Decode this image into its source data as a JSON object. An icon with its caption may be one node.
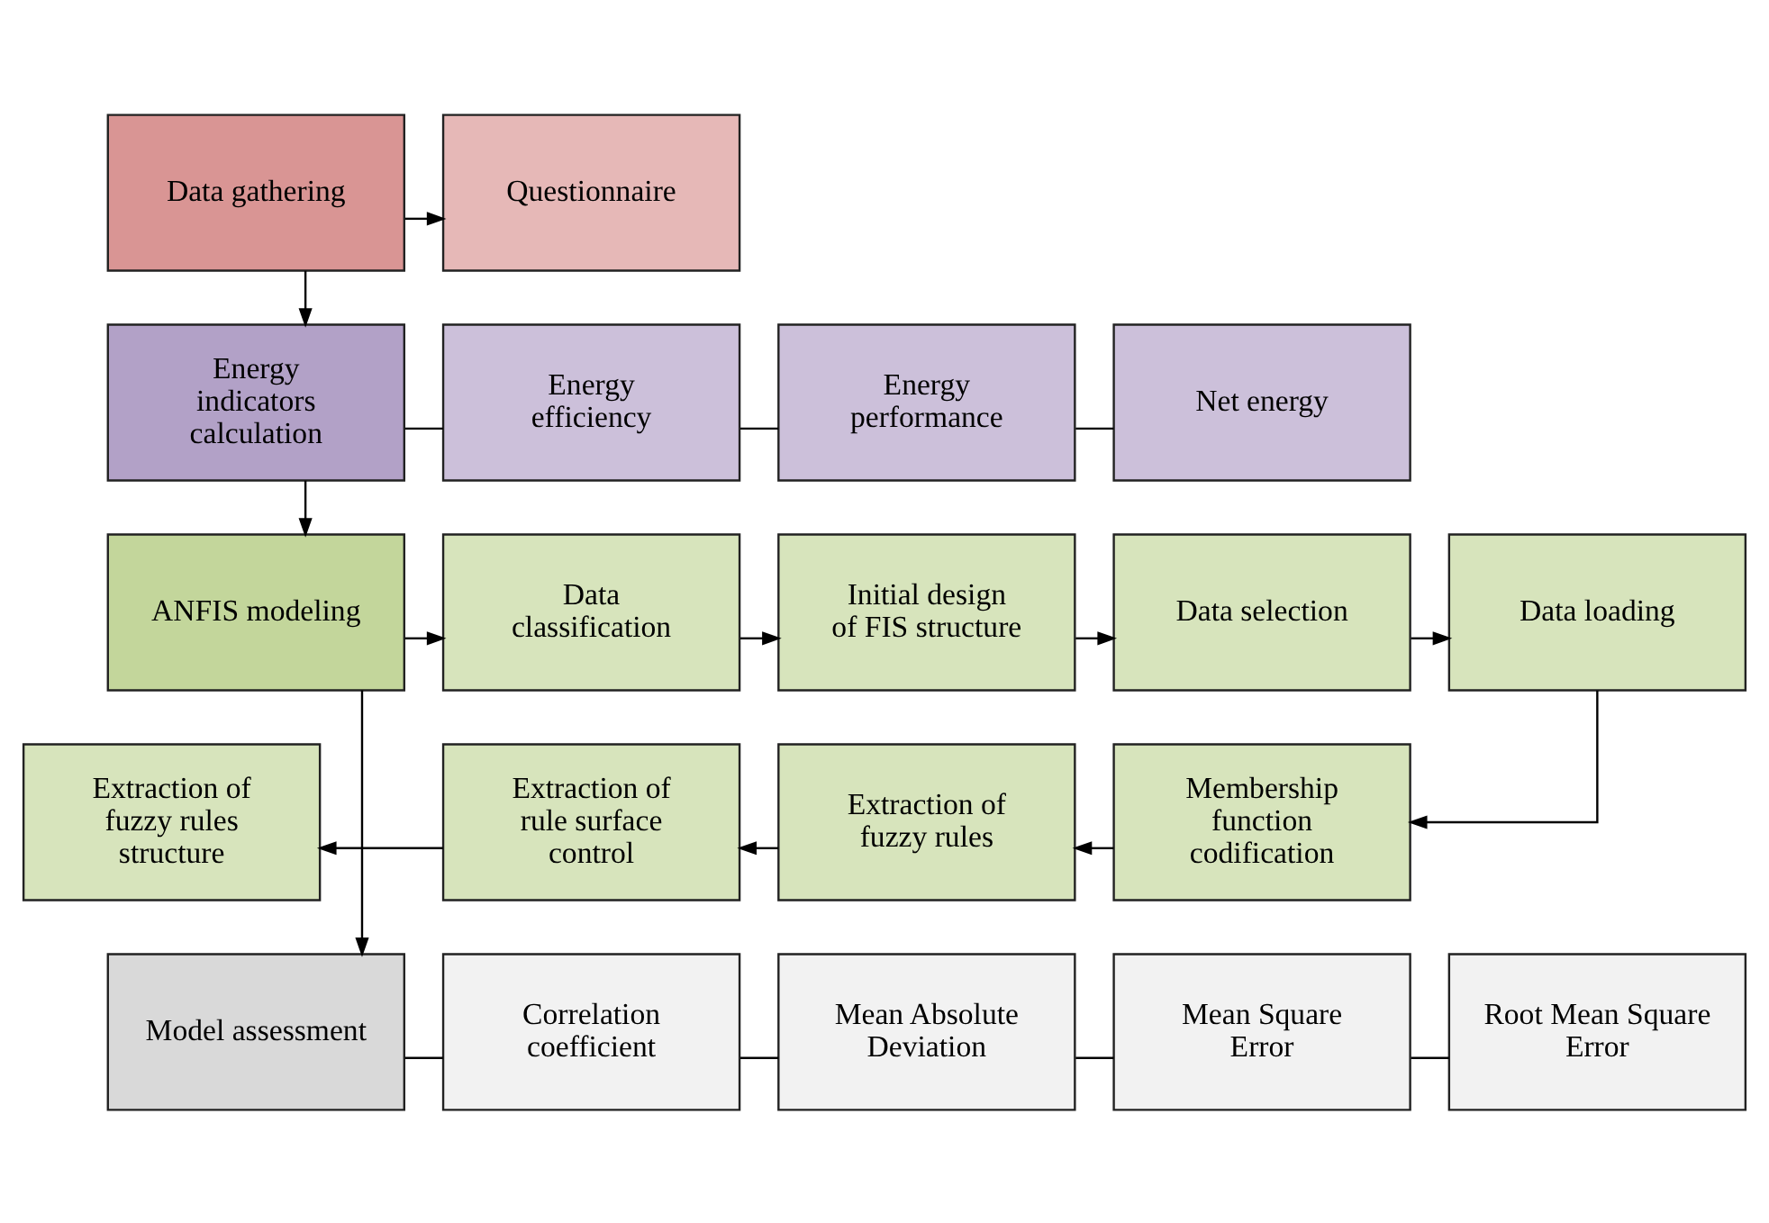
{
  "diagram": {
    "nodes": [
      {
        "text": [
          "Data gathering"
        ]
      },
      {
        "text": [
          "Questionnaire"
        ]
      },
      {
        "text": [
          "Energy indicators calculation"
        ]
      },
      {
        "text": [
          "Energy efficiency"
        ]
      },
      {
        "text": [
          "Energy performance"
        ]
      },
      {
        "text": [
          "Net energy"
        ]
      },
      {
        "text": [
          "ANFIS modeling"
        ]
      },
      {
        "text": [
          "Data classification"
        ]
      },
      {
        "text": [
          "Initial design of FIS structure"
        ]
      },
      {
        "text": [
          "Data selection"
        ]
      },
      {
        "text": [
          "Data loading"
        ]
      },
      {
        "text": [
          "Membership function codification"
        ]
      },
      {
        "text": [
          "Extraction of fuzzy rules"
        ]
      },
      {
        "text": [
          "Extraction of rule surface control"
        ]
      },
      {
        "text": [
          "Extraction of fuzzy rules structure"
        ]
      },
      {
        "text": [
          "Model assessment"
        ]
      },
      {
        "text": [
          "Correlation coefficient"
        ]
      },
      {
        "text": [
          "Mean Absolute Deviation"
        ]
      },
      {
        "text": [
          "Mean Square Error"
        ]
      },
      {
        "text": [
          "Root Mean Square Error"
        ]
      }
    ],
    "edges": [
      {
        "from": 0,
        "to": 1,
        "arrow": "to"
      },
      {
        "from": 0,
        "to": 2,
        "arrow": "to"
      },
      {
        "from": 2,
        "to": 3,
        "arrow": "none"
      },
      {
        "from": 3,
        "to": 4,
        "arrow": "none"
      },
      {
        "from": 4,
        "to": 5,
        "arrow": "none"
      },
      {
        "from": 2,
        "to": 6,
        "arrow": "to"
      },
      {
        "from": 6,
        "to": 7,
        "arrow": "to"
      },
      {
        "from": 7,
        "to": 8,
        "arrow": "to"
      },
      {
        "from": 8,
        "to": 9,
        "arrow": "to"
      },
      {
        "from": 9,
        "to": 10,
        "arrow": "to"
      },
      {
        "from": 10,
        "to": 11,
        "arrow": "to"
      },
      {
        "from": 11,
        "to": 12,
        "arrow": "to"
      },
      {
        "from": 12,
        "to": 13,
        "arrow": "to"
      },
      {
        "from": 13,
        "to": 14,
        "arrow": "to"
      },
      {
        "from": 6,
        "to": 15,
        "arrow": "to"
      },
      {
        "from": 15,
        "to": 16,
        "arrow": "none"
      },
      {
        "from": 16,
        "to": 17,
        "arrow": "none"
      },
      {
        "from": 17,
        "to": 18,
        "arrow": "none"
      },
      {
        "from": 18,
        "to": 19,
        "arrow": "none"
      }
    ]
  }
}
